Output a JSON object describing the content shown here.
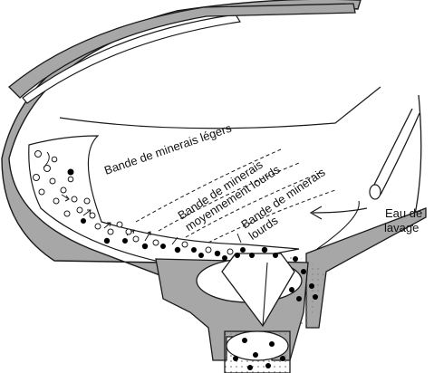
{
  "labels": {
    "light_band": "Bande de minerais légers",
    "medium_band_line1": "Bande de minerais",
    "medium_band_line2": "moyennement lourds",
    "heavy_band_line1": "Bande de minerais",
    "heavy_band_line2": "lourds",
    "water_line1": "Eau de",
    "water_line2": "lavage"
  },
  "colors": {
    "wall_fill": "#a7a7a7",
    "outline": "#1a1a1a",
    "heavy_particle": "#000000",
    "light_particle": "#ffffff",
    "background": "#ffffff"
  }
}
